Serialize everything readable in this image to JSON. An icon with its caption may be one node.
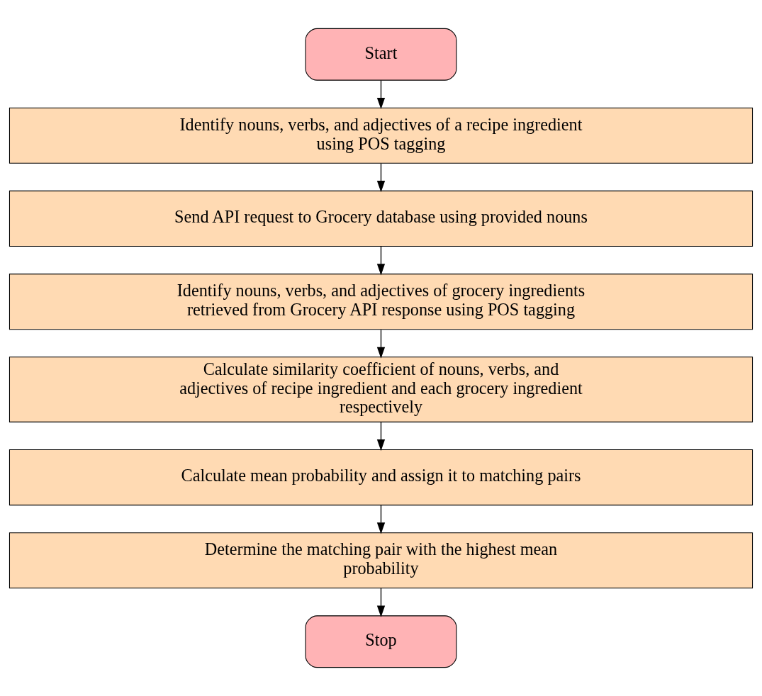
{
  "diagram": {
    "nodes": [
      {
        "text": [
          "Start"
        ]
      },
      {
        "text": [
          "Identify nouns, verbs, and adjectives of a recipe ingredient using POS tagging"
        ]
      },
      {
        "text": [
          "Send API request to Grocery database using provided nouns"
        ]
      },
      {
        "text": [
          "Identify nouns, verbs, and adjectives of grocery ingredients retrieved from Grocery API response using POS tagging"
        ]
      },
      {
        "text": [
          "Calculate similarity coefficient of nouns, verbs, and adjectives of recipe ingredient and each grocery ingredient respectively"
        ]
      },
      {
        "text": [
          "Calculate mean probability and assign it to matching pairs"
        ]
      },
      {
        "text": [
          "Determine the matching pair with the highest mean probability"
        ]
      },
      {
        "text": [
          "Stop"
        ]
      }
    ],
    "edges": [
      {
        "from": 0,
        "to": 1,
        "arrow": "to"
      },
      {
        "from": 1,
        "to": 2,
        "arrow": "to"
      },
      {
        "from": 2,
        "to": 3,
        "arrow": "to"
      },
      {
        "from": 3,
        "to": 4,
        "arrow": "to"
      },
      {
        "from": 4,
        "to": 5,
        "arrow": "to"
      },
      {
        "from": 5,
        "to": 6,
        "arrow": "to"
      },
      {
        "from": 6,
        "to": 7,
        "arrow": "to"
      }
    ]
  }
}
